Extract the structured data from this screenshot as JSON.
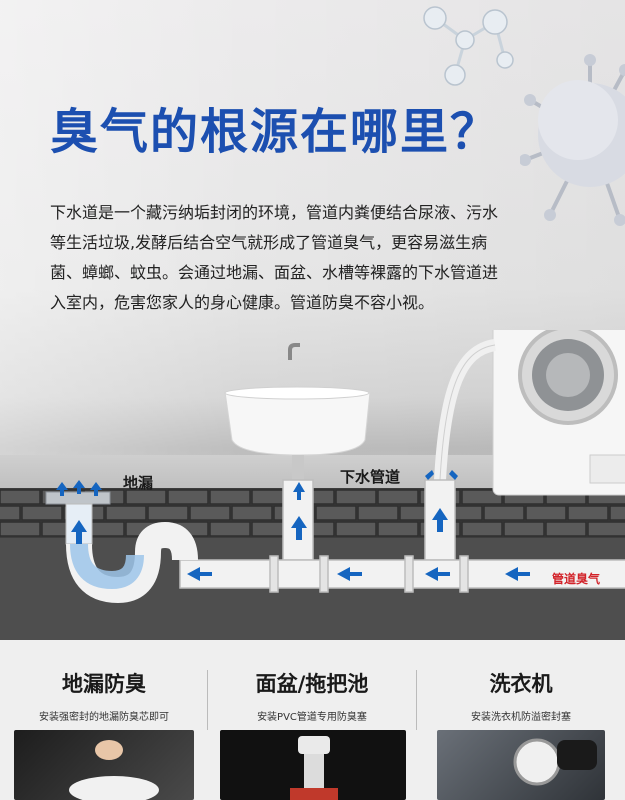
{
  "title": "臭气的根源在哪里？",
  "description": "下水道是一个藏污纳垢封闭的环境，管道内粪便结合尿液、污水等生活垃圾,发酵后结合空气就形成了管道臭气，更容易滋生病菌、蟑螂、蚊虫。会通过地漏、面盆、水槽等裸露的下水管道进入室内，危害您家人的身心健康。管道防臭不容小视。",
  "diagram": {
    "floor_drain_label": "地漏",
    "sewer_pipe_label": "下水管道",
    "odor_label": "管道臭气",
    "colors": {
      "arrow": "#1565c0",
      "odor": "#d2232a",
      "title": "#1c4fb0"
    }
  },
  "cards": [
    {
      "title": "地漏防臭",
      "subtitle": "安装强密封的地漏防臭芯即可"
    },
    {
      "title": "面盆/拖把池",
      "subtitle": "安装PVC管道专用防臭塞"
    },
    {
      "title": "洗衣机",
      "subtitle": "安装洗衣机防溢密封塞"
    }
  ]
}
